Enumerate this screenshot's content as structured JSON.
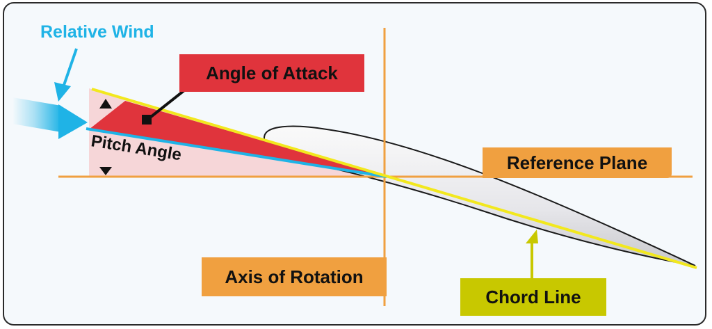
{
  "labels": {
    "relative_wind": "Relative Wind",
    "angle_of_attack": "Angle of Attack",
    "pitch_angle": "Pitch Angle",
    "reference_plane": "Reference Plane",
    "axis_of_rotation": "Axis of Rotation",
    "chord_line": "Chord Line"
  },
  "colors": {
    "relative_wind": "#1fb3e6",
    "angle_of_attack": "#e0343c",
    "reference_plane": "#f0a040",
    "axis_of_rotation": "#f0a040",
    "chord_line": "#c8c800",
    "chord_yellow": "#f2e81e",
    "pitch_fill": "#f6d6d8",
    "airfoil_fill": "#e9e9ec"
  },
  "icons": [
    "relative-wind-arrow",
    "pitch-angle-up-arrow",
    "pitch-angle-down-arrow",
    "chord-line-pointer-arrow",
    "angle-of-attack-pointer"
  ]
}
